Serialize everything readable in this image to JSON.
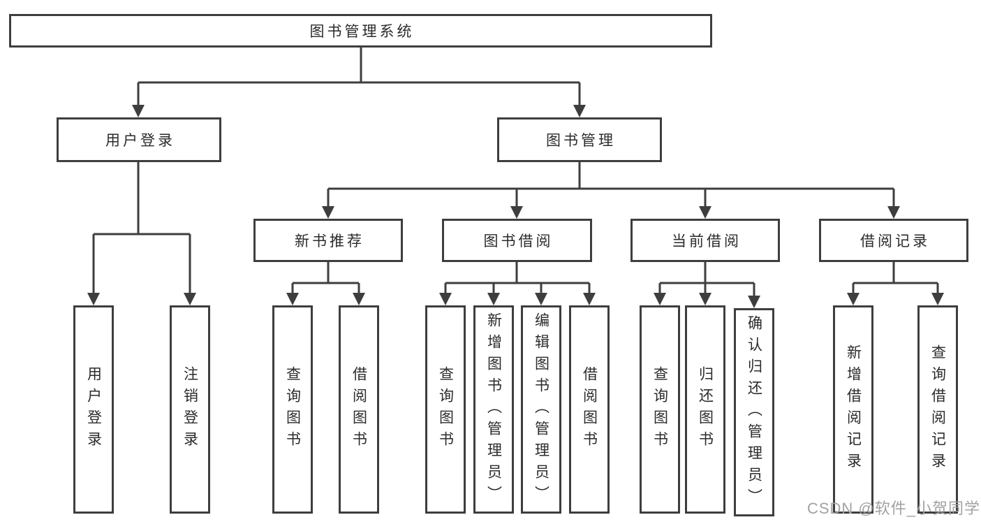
{
  "tree": {
    "root": "图书管理系统",
    "branches": [
      {
        "label": "用户登录",
        "leaves": [
          "用户登录",
          "注销登录"
        ]
      },
      {
        "label": "图书管理",
        "groups": [
          {
            "label": "新书推荐",
            "leaves": [
              "查询图书",
              "借阅图书"
            ]
          },
          {
            "label": "图书借阅",
            "leaves": [
              "查询图书",
              "新增图书（管理员）",
              "编辑图书（管理员）",
              "借阅图书"
            ]
          },
          {
            "label": "当前借阅",
            "leaves": [
              "查询图书",
              "归还图书",
              "确认归还（管理员）"
            ]
          },
          {
            "label": "借阅记录",
            "leaves": [
              "新增借阅记录",
              "查询借阅记录"
            ]
          }
        ]
      }
    ]
  },
  "watermark": "CSDN @软件_小贺同学",
  "colors": {
    "line": "#3e3e3e",
    "text": "#2b2b2b",
    "watermark": "#a2a2a2",
    "background": "#ffffff"
  }
}
